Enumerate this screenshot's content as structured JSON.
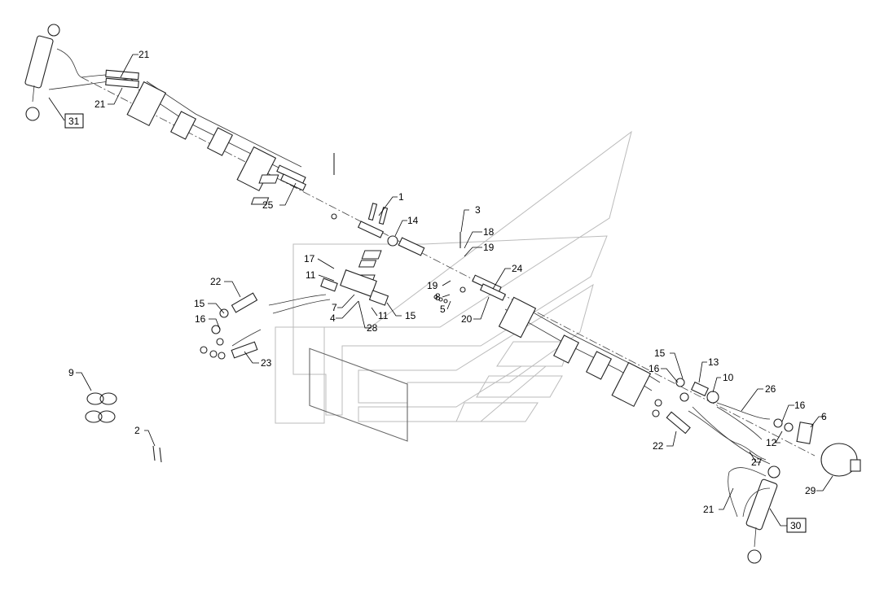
{
  "labels": {
    "l1": "1",
    "l2": "2",
    "l3": "3",
    "l4": "4",
    "l5": "5",
    "l6": "6",
    "l7": "7",
    "l8": "8",
    "l9": "9",
    "l10": "10",
    "l11a": "11",
    "l11b": "11",
    "l12": "12",
    "l13": "13",
    "l14": "14",
    "l15a": "15",
    "l15b": "15",
    "l15c": "15",
    "l16a": "16",
    "l16b": "16",
    "l16c": "16",
    "l17": "17",
    "l18": "18",
    "l19a": "19",
    "l19b": "19",
    "l20": "20",
    "l21a": "21",
    "l21b": "21",
    "l21c": "21",
    "l22a": "22",
    "l22b": "22",
    "l23": "23",
    "l24": "24",
    "l25": "25",
    "l26": "26",
    "l27": "27",
    "l28": "28",
    "l29": "29",
    "l30": "30",
    "l31": "31"
  },
  "icons": {
    "watermark": "brand-chevron-logo",
    "cylinder": "hydraulic-cylinder-icon",
    "accumulator": "hydraulic-accumulator-icon",
    "valve": "valve-block-icon",
    "rings": "o-ring-set-icon"
  },
  "colors": {
    "line": "#222222",
    "watermark": "#bbbbbb",
    "background": "#ffffff"
  }
}
